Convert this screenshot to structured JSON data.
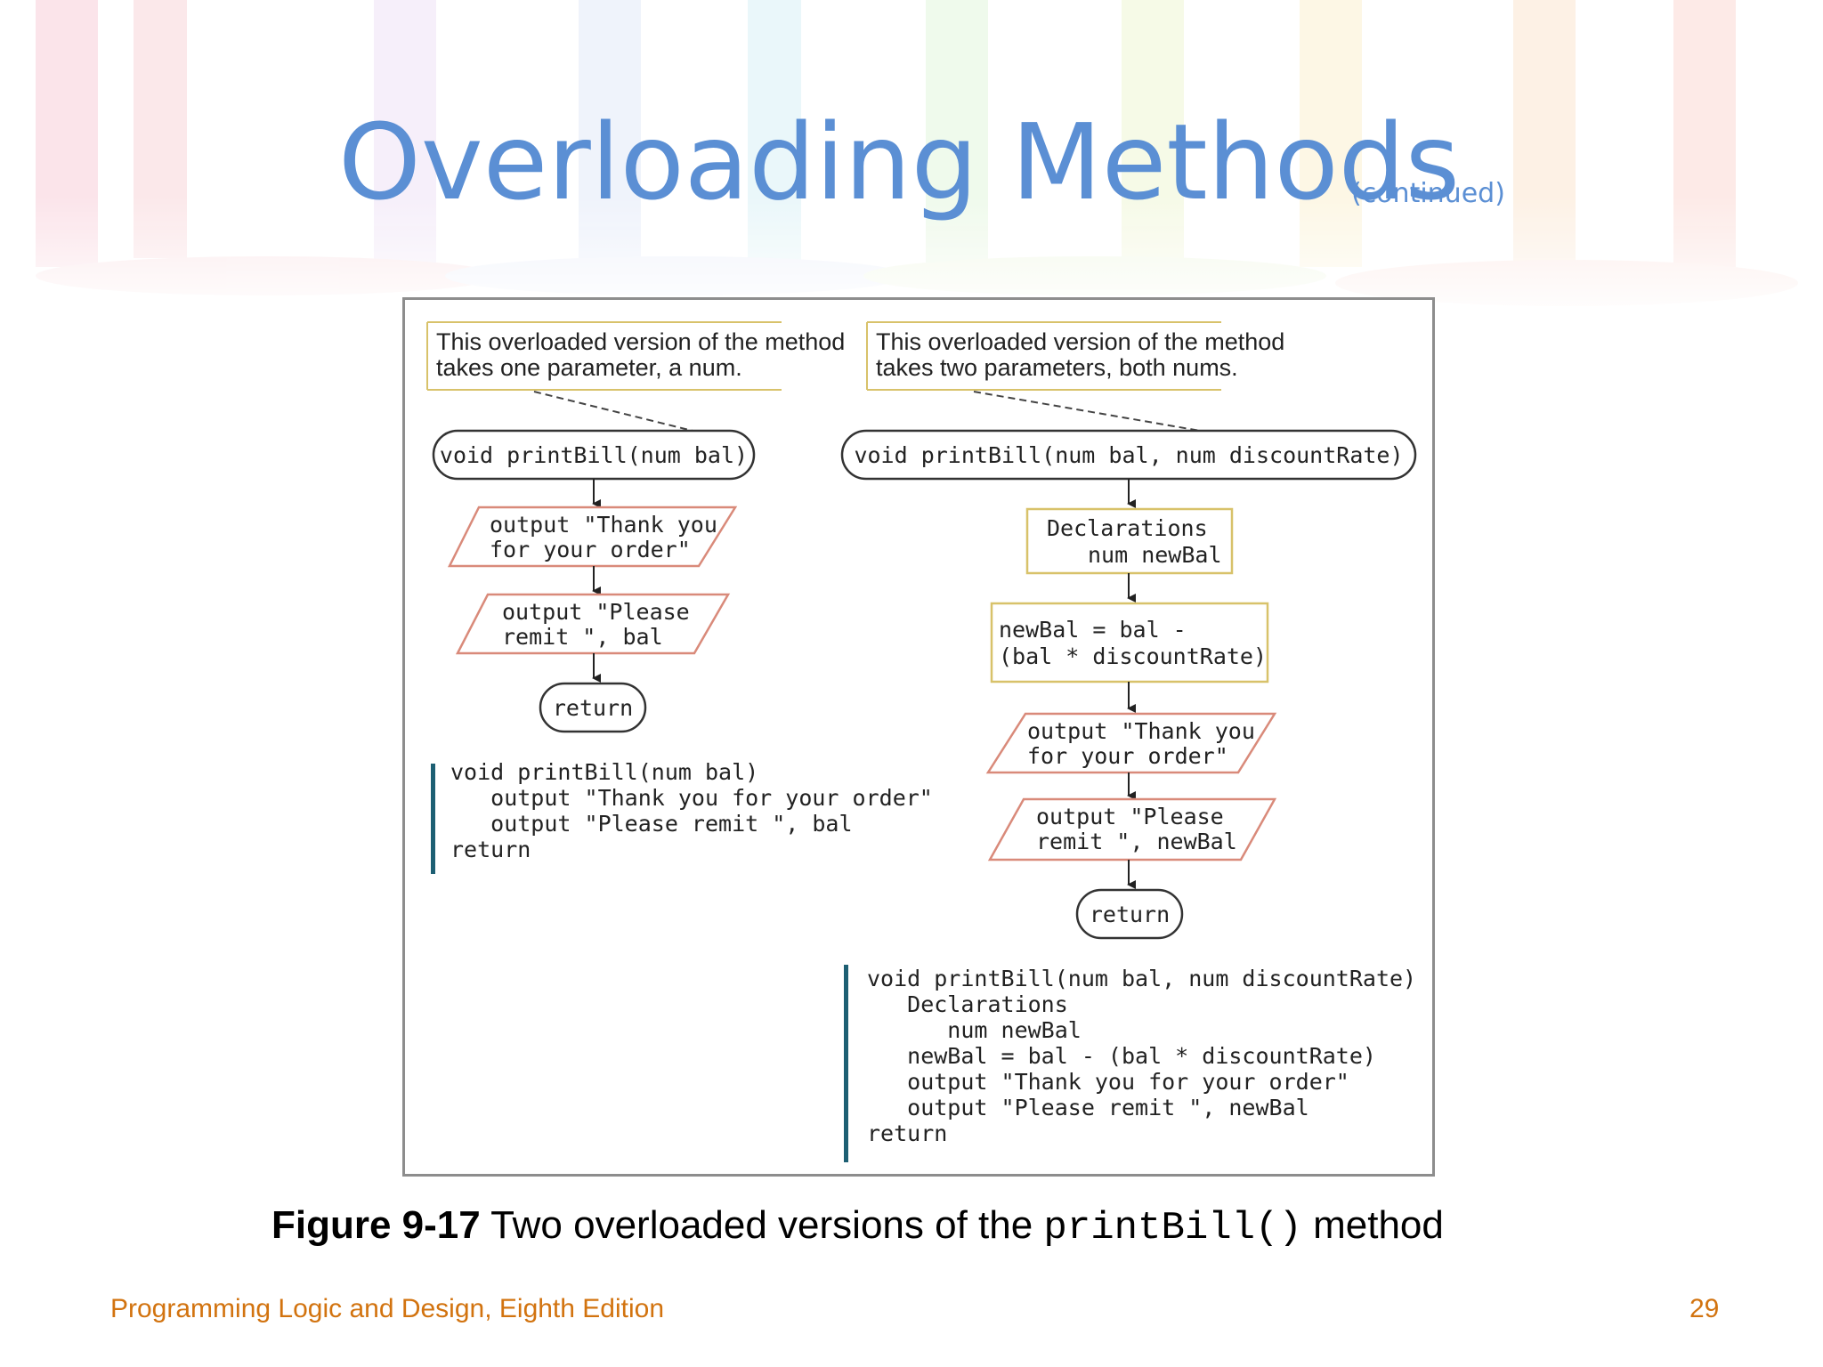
{
  "slide": {
    "title": "Overloading Methods",
    "subtitle": "(continued)",
    "caption_bold": "Figure 9-17",
    "caption_text": " Two overloaded versions of the ",
    "caption_code": "printBill()",
    "caption_end": " method",
    "footer_left": "Programming Logic and Design, Eighth Edition",
    "page_number": "29"
  },
  "colors": {
    "title": "#5b8fd4",
    "footer": "#d2730f",
    "process_border": "#d8c26a",
    "io_border": "#d98a7a",
    "code_bar": "#1d5f73"
  },
  "left": {
    "note_lines": [
      "This overloaded version of the method",
      "takes one parameter, a num."
    ],
    "header": "void printBill(num bal)",
    "io1_lines": [
      "output \"Thank you",
      "for your order\""
    ],
    "io2_lines": [
      "output \"Please",
      "remit \", bal"
    ],
    "end": "return",
    "code_lines": [
      "void printBill(num bal)",
      "   output \"Thank you for your order\"",
      "   output \"Please remit \", bal",
      "return"
    ]
  },
  "right": {
    "note_lines": [
      "This overloaded version of the method",
      "takes two parameters, both nums."
    ],
    "header": "void printBill(num bal, num discountRate)",
    "decl_lines": [
      "Declarations",
      "num newBal"
    ],
    "calc_lines": [
      "newBal = bal -",
      "(bal * discountRate)"
    ],
    "io1_lines": [
      "output \"Thank you",
      "for your order\""
    ],
    "io2_lines": [
      "output \"Please",
      "remit \", newBal"
    ],
    "end": "return",
    "code_lines": [
      "void printBill(num bal, num discountRate)",
      "   Declarations",
      "      num newBal",
      "   newBal = bal - (bal * discountRate)",
      "   output \"Thank you for your order\"",
      "   output \"Please remit \", newBal",
      "return"
    ]
  }
}
